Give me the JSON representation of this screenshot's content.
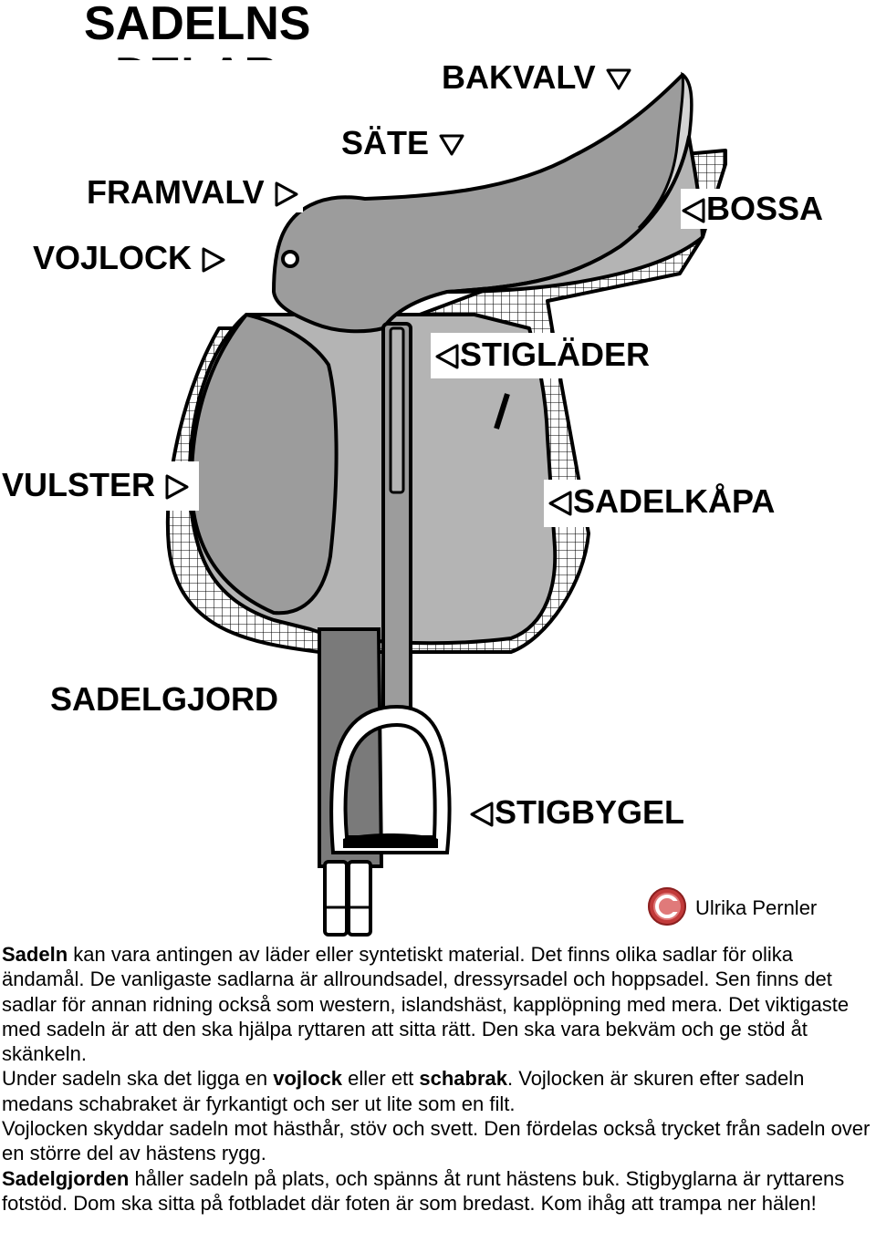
{
  "title": "SADELNS",
  "title_line2": "DELAR",
  "labels": {
    "bakvalv": "BAKVALV",
    "sate": "SÄTE",
    "framvalv": "FRAMVALV",
    "bossa": "BOSSA",
    "vojlock": "VOJLOCK",
    "stiglader": "STIGLÄDER",
    "vulster": "VULSTER",
    "sadelkapa": "SADELKÅPA",
    "sadelgjord": "SADELGJORD",
    "stigbygel": "STIGBYGEL"
  },
  "author": "Ulrika Pernler",
  "text": {
    "p1": [
      {
        "t": "Sadeln",
        "b": true
      },
      {
        "t": " kan vara antingen av läder eller syntetiskt material. Det finns olika sadlar för olika ändamål. De vanligaste  sadlarna är allroundsadel, dressyrsadel och hoppsadel. Sen finns det sadlar för annan ridning också som western, islandshäst, kapplöpning med mera. Det viktigaste med sadeln är att den ska hjälpa ryttaren att sitta rätt. Den ska vara bekväm och ge stöd åt  skänkeln.",
        "b": false
      }
    ],
    "p2": [
      {
        "t": "Under sadeln ska det ligga en ",
        "b": false
      },
      {
        "t": "vojlock",
        "b": true
      },
      {
        "t": " eller ett ",
        "b": false
      },
      {
        "t": "schabrak",
        "b": true
      },
      {
        "t": ". Vojlocken är skuren efter sadeln medans schabraket är fyrkantigt och ser ut lite som en filt.",
        "b": false
      }
    ],
    "p3": [
      {
        "t": "Vojlocken skyddar sadeln mot hästhår, stöv och svett. Den fördelas också trycket från sadeln over en större del av hästens rygg.",
        "b": false
      }
    ],
    "p4": [
      {
        "t": "Sadelgjorden",
        "b": true
      },
      {
        "t": " håller sadeln på plats, och spänns åt runt hästens buk. Stigbyglarna är ryttarens fotstöd. Dom ska sitta på fotbladet där foten är som bredast. Kom ihåg att trampa ner hälen!",
        "b": false
      }
    ]
  },
  "colors": {
    "leather_light": "#b4b4b4",
    "leather_mid": "#9c9c9c",
    "leather_dark": "#7a7a7a",
    "pad_grid": "#000000",
    "copyright_red": "#c23a3a"
  },
  "icons": [
    "triangle-right-icon",
    "triangle-left-icon",
    "triangle-down-icon",
    "copyright-icon"
  ]
}
